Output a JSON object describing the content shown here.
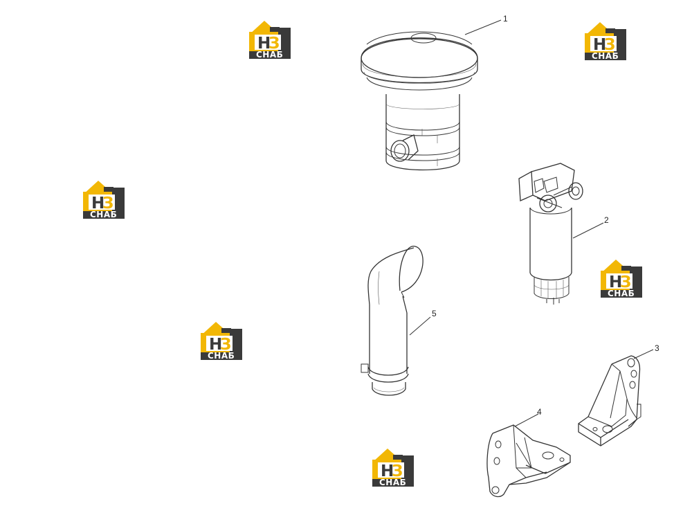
{
  "diagram": {
    "callouts": [
      "1",
      "2",
      "3",
      "4",
      "5"
    ],
    "parts": [
      "air-cleaner",
      "fuel-filter",
      "bracket-right",
      "bracket-left",
      "exhaust-pipe"
    ]
  },
  "watermark": {
    "letters": "НЗ",
    "word": "СНАБ",
    "colors": {
      "yellow": "#f2b705",
      "dark": "#3a3a3a",
      "white": "#ffffff"
    }
  }
}
